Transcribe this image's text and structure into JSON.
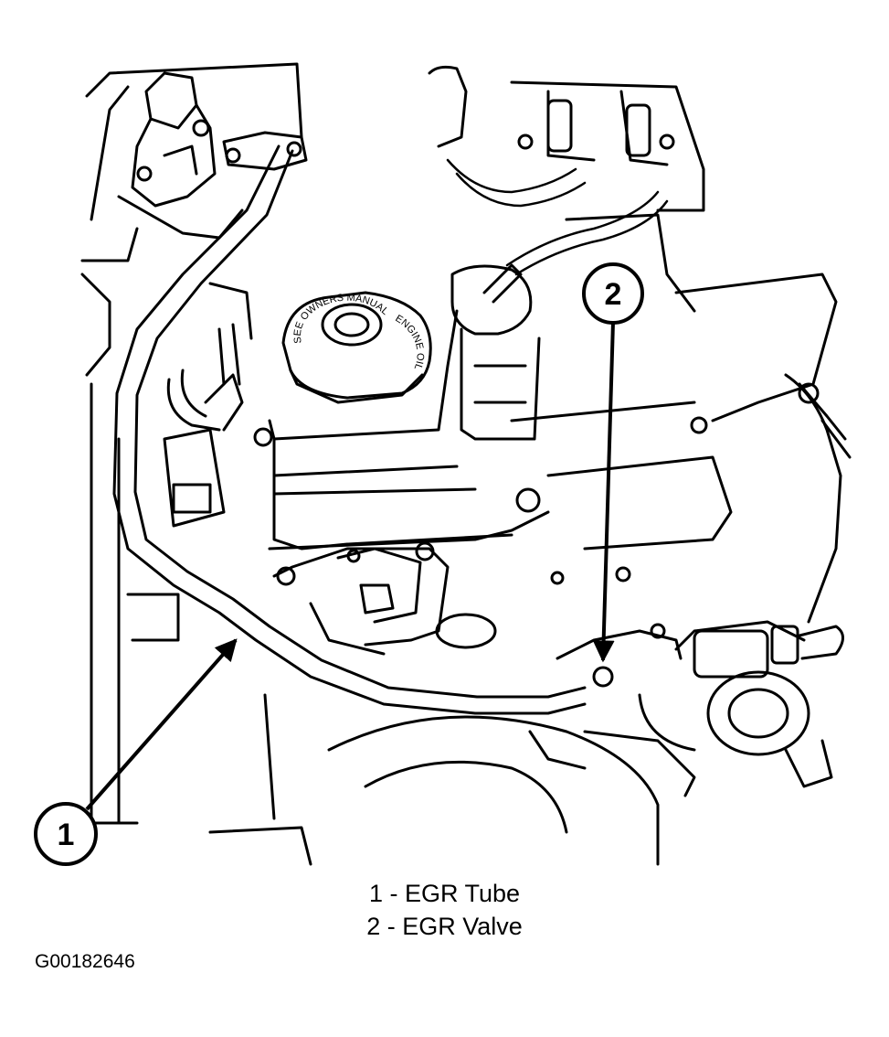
{
  "diagram": {
    "callouts": [
      {
        "number": "1"
      },
      {
        "number": "2"
      }
    ],
    "cap_text_top": "SEE OWNERS MANUAL",
    "cap_text_right": "ENGINE OIL"
  },
  "legend": {
    "items": [
      {
        "text": "1 - EGR Tube"
      },
      {
        "text": "2 - EGR Valve"
      }
    ]
  },
  "figure_id": "G00182646"
}
